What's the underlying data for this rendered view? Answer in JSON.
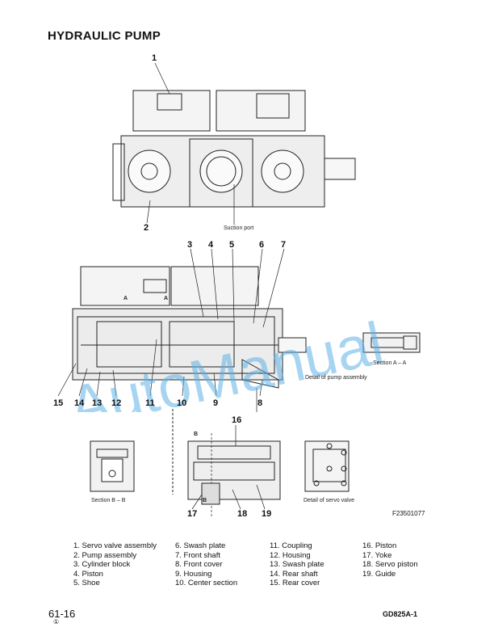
{
  "page": {
    "title": "HYDRAULIC PUMP",
    "page_number": "61-16",
    "page_sub": "①",
    "model_code": "GD825A-1",
    "figure_id": "F23501077",
    "watermark": "AutoManual"
  },
  "captions": {
    "suction_port": "Suction port",
    "detail_pump_assembly": "Detail of pump assembly",
    "section_aa": "Section A – A",
    "section_bb": "Section B – B",
    "detail_servo_valve": "Detail of servo valve",
    "mark_a1": "A",
    "mark_a2": "A",
    "mark_b1": "B",
    "mark_b2": "B"
  },
  "callouts": [
    "1",
    "2",
    "3",
    "4",
    "5",
    "6",
    "7",
    "8",
    "9",
    "10",
    "11",
    "12",
    "13",
    "14",
    "15",
    "16",
    "17",
    "18",
    "19"
  ],
  "legend": {
    "col1": [
      "1. Servo valve assembly",
      "2. Pump assembly",
      "3. Cylinder block",
      "4. Piston",
      "5. Shoe"
    ],
    "col2": [
      "6. Swash plate",
      "7. Front shaft",
      "8. Front cover",
      "9. Housing",
      "10. Center section"
    ],
    "col3": [
      "11. Coupling",
      "12. Housing",
      "13. Swash plate",
      "14. Rear shaft",
      "15. Rear cover"
    ],
    "col4": [
      "16. Piston",
      "17. Yoke",
      "18. Servo piston",
      "19. Guide"
    ]
  }
}
